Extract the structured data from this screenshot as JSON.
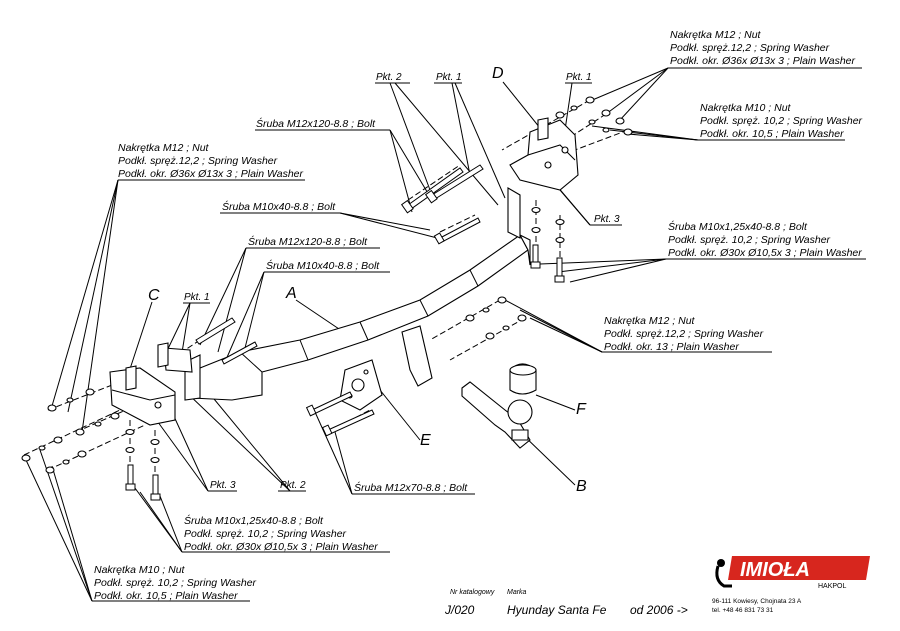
{
  "labels": {
    "top_right_nut": [
      "Nakrętka  M12 ; Nut",
      "Podkł. spręż.12,2 ; Spring Washer",
      "Podkł. okr.  Ø36x Ø13x 3 ; Plain Washer"
    ],
    "right_nut_m10": [
      "Nakrętka  M10 ; Nut",
      "Podkł. spręż. 10,2 ; Spring Washer",
      "Podkł. okr. 10,5 ; Plain Washer"
    ],
    "right_bolt_m10": [
      "Śruba M10x1,25x40-8.8 ;  Bolt",
      "Podkł. spręż. 10,2 ; Spring Washer",
      "Podkł. okr.  Ø30x Ø10,5x 3 ; Plain Washer"
    ],
    "mid_right_nut": [
      "Nakrętka  M12 ; Nut",
      "Podkł. spręż.12,2 ; Spring Washer",
      "Podkł. okr. 13 ; Plain Washer"
    ],
    "top_left_nut": [
      "Nakrętka  M12 ; Nut",
      "Podkł. spręż.12,2 ; Spring Washer",
      "Podkł. okr.  Ø36x Ø13x 3 ; Plain Washer"
    ],
    "bottom_left_bolt": [
      "Śruba M10x1,25x40-8.8 ;  Bolt",
      "Podkł. spręż. 10,2 ; Spring Washer",
      "Podkł. okr.  Ø30x Ø10,5x 3 ; Plain Washer"
    ],
    "bottom_left_nut": [
      "Nakrętka  M10 ; Nut",
      "Podkł. spręż. 10,2 ; Spring Washer",
      "Podkł. okr. 10,5 ; Plain Washer"
    ],
    "bolt_m12x120_top": "Śruba M12x120-8.8 ;  Bolt",
    "bolt_m10x40_top": "Śruba M10x40-8.8 ;  Bolt",
    "bolt_m12x120_mid": "Śruba M12x120-8.8 ;  Bolt",
    "bolt_m10x40_mid": "Śruba M10x40-8.8 ;  Bolt",
    "bolt_m12x70": "Śruba M12x70-8.8 ;  Bolt",
    "pkt1": "Pkt. 1",
    "pkt2": "Pkt. 2",
    "pkt3": "Pkt. 3",
    "letters": {
      "A": "A",
      "B": "B",
      "C": "C",
      "D": "D",
      "E": "E",
      "F": "F"
    }
  },
  "footer": {
    "catalog_caption": "Nr katalogowy",
    "brand_caption": "Marka",
    "catalog_number": "J/020",
    "model": "Hyunday Santa Fe",
    "since": "od  2006 ->"
  },
  "logo": {
    "name": "IMIOŁA",
    "sub": "HAKPOL",
    "address": "96-111 Kowiesy, Chojnata 23 A",
    "phone": "tel. +48 46 831 73 31",
    "accent_color": "#d7261e"
  }
}
